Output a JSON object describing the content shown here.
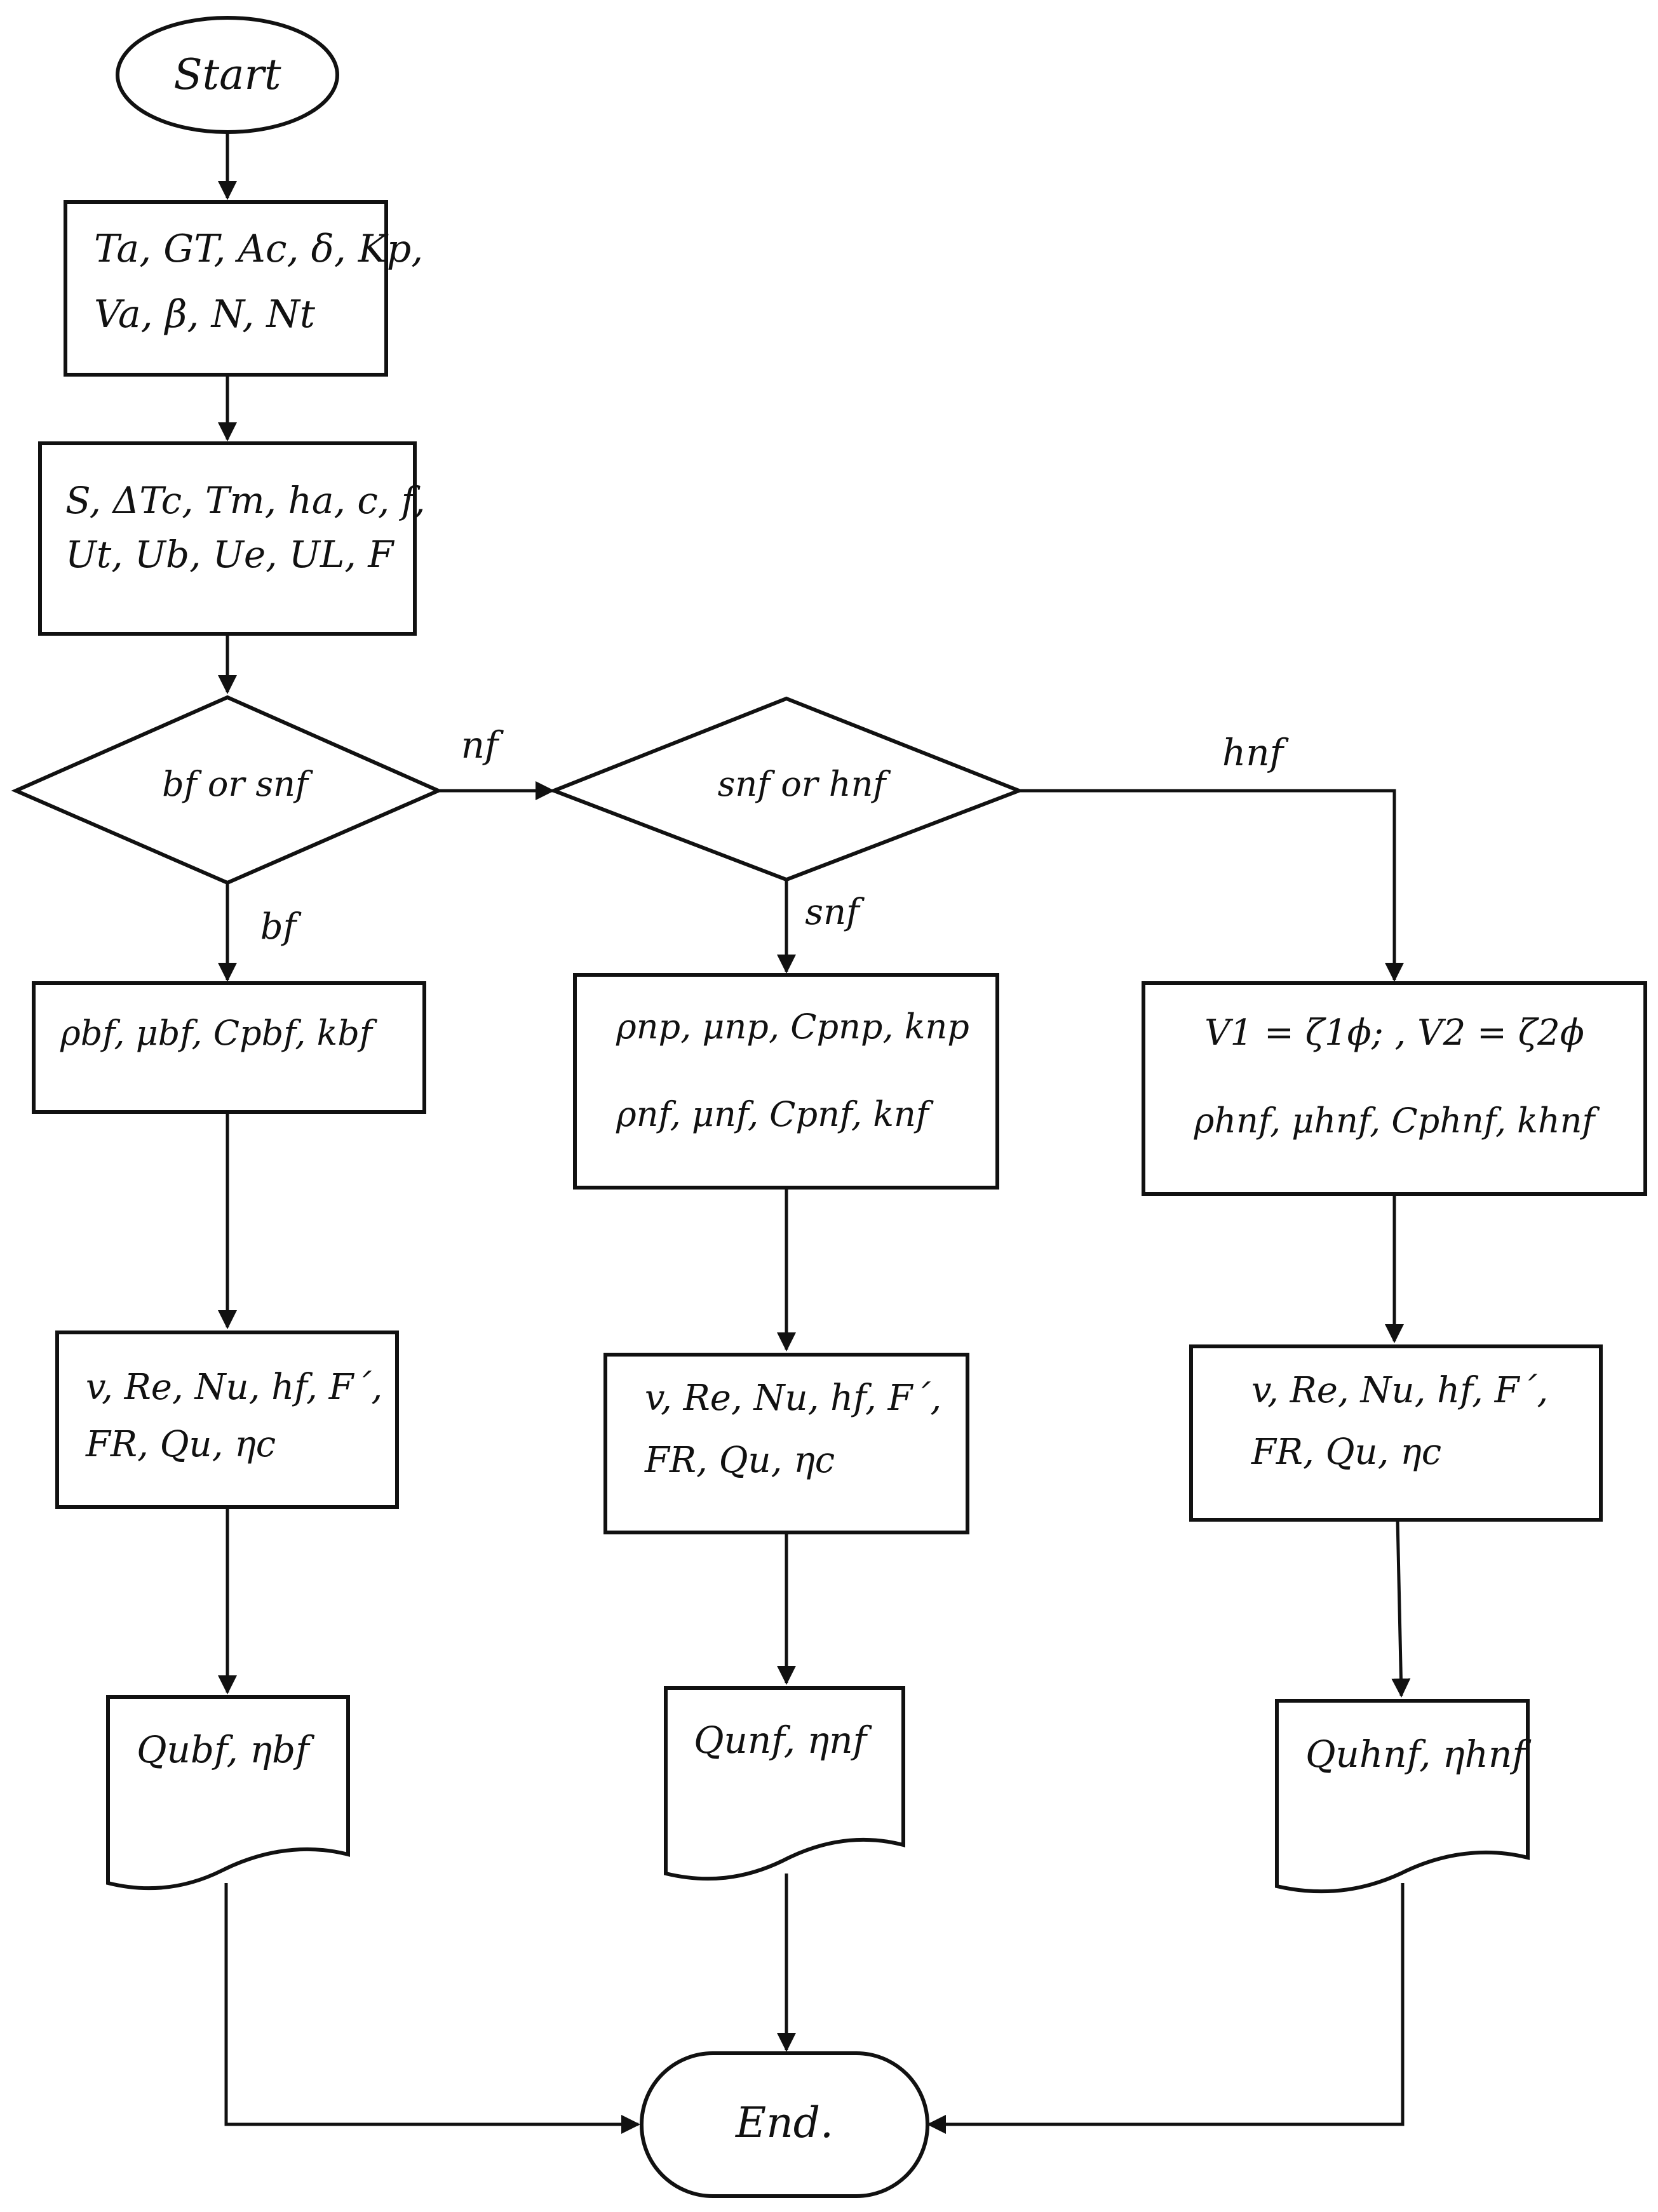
{
  "terminals": {
    "start": "Start",
    "end": "End."
  },
  "inputs": {
    "line1": "Ta, GT, Ac, δ, Kp,",
    "line2": "Va, β, N, Nt"
  },
  "collector": {
    "line1": "S, ΔTc, Tm, ha, c, f,",
    "line2": "Ut, Ub, Ue, UL, F"
  },
  "decisions": {
    "first": {
      "text": "bf or snf",
      "branch_down": "bf",
      "branch_right": "nf"
    },
    "second": {
      "text": "snf or hnf",
      "branch_down": "snf",
      "branch_right": "hnf"
    }
  },
  "branches": {
    "bf": {
      "properties": [
        "ρbf, μbf, Cpbf, kbf"
      ],
      "calc_line1": "v, Re, Nu, hf, F´,",
      "calc_line2": "FR, Qu, ηc",
      "output": "Qubf, ηbf"
    },
    "snf": {
      "properties": [
        "ρnp, μnp, Cpnp, knp",
        "ρnf, μnf, Cpnf, knf"
      ],
      "calc_line1": "v, Re, Nu, hf, F´,",
      "calc_line2": "FR, Qu, ηc",
      "output": "Qunf, ηnf"
    },
    "hnf": {
      "properties": [
        "V1 = ζ1ϕ; , V2 = ζ2ϕ",
        "ρhnf, μhnf, Cphnf, khnf"
      ],
      "calc_line1": "v, Re, Nu, hf, F´,",
      "calc_line2": "FR, Qu, ηc",
      "output": "Quhnf, ηhnf"
    }
  }
}
